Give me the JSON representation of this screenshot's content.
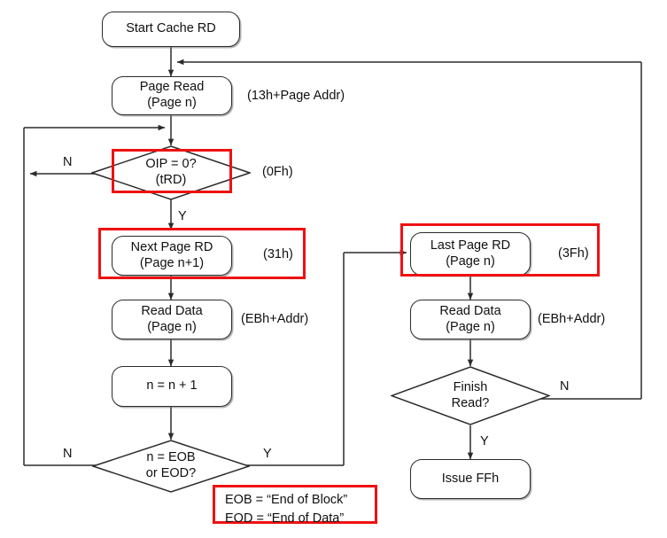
{
  "diagram": {
    "title": "NAND Flash Cache Read Flowchart",
    "colors": {
      "highlight": "#ee1111",
      "line": "#2b2b2b",
      "text": "#101010",
      "background": "#ffffff"
    },
    "nodes": {
      "start": {
        "name": "start-cache-rd",
        "line1": "Start Cache RD",
        "line2": ""
      },
      "page_read": {
        "name": "page-read",
        "line1": "Page Read",
        "line2": "(Page n)"
      },
      "oip_check": {
        "name": "oip-check",
        "line1": "OIP = 0?",
        "line2": "(tRD)"
      },
      "next_page_rd": {
        "name": "next-page-rd",
        "line1": "Next Page RD",
        "line2": "(Page n+1)"
      },
      "read_data_left": {
        "name": "read-data-left",
        "line1": "Read Data",
        "line2": "(Page n)"
      },
      "increment": {
        "name": "increment-n",
        "line1": "n = n + 1",
        "line2": ""
      },
      "eob_check": {
        "name": "eob-eod-check",
        "line1": "n = EOB",
        "line2": "or EOD?"
      },
      "last_page_rd": {
        "name": "last-page-rd",
        "line1": "Last Page RD",
        "line2": "(Page n)"
      },
      "read_data_right": {
        "name": "read-data-right",
        "line1": "Read Data",
        "line2": "(Page n)"
      },
      "finish_check": {
        "name": "finish-read-check",
        "line1": "Finish",
        "line2": "Read?"
      },
      "issue_ffh": {
        "name": "issue-ffh",
        "line1": "Issue FFh",
        "line2": ""
      }
    },
    "opcodes": {
      "page_read": "(13h+Page Addr)",
      "oip_check": "(0Fh)",
      "next_page_rd": "(31h)",
      "read_data_left": "(EBh+Addr)",
      "last_page_rd": "(3Fh)",
      "read_data_right": "(EBh+Addr)"
    },
    "branch_labels": {
      "oip_no": "N",
      "oip_yes": "Y",
      "eob_no": "N",
      "eob_yes": "Y",
      "finish_no": "N",
      "finish_yes": "Y"
    },
    "legend": {
      "line1": "EOB = “End of Block”",
      "line2": "EOD = “End of Data”"
    }
  }
}
